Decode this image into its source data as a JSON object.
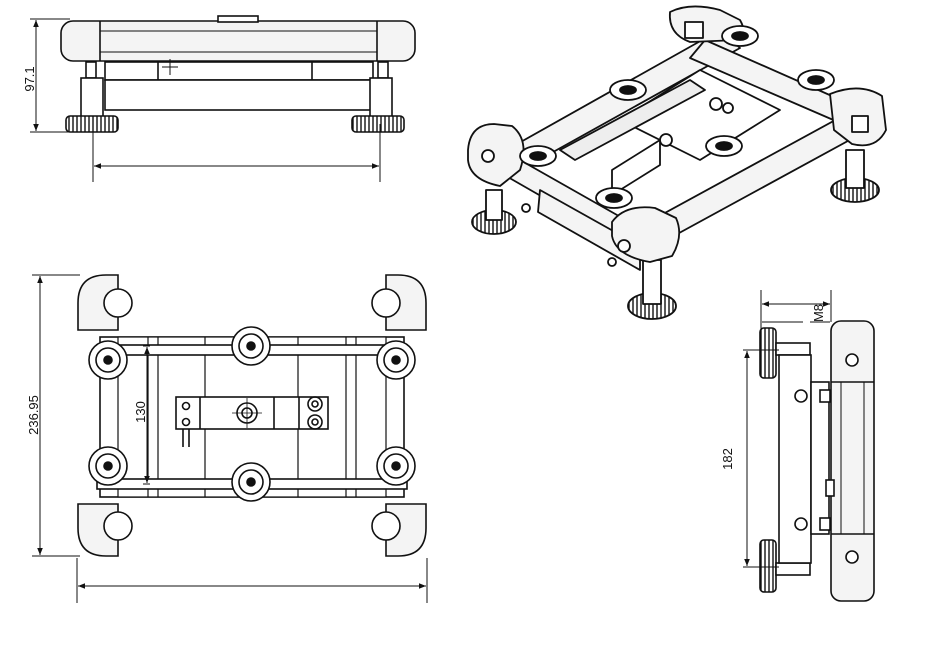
{
  "dimensions": {
    "front_height": "97.1",
    "top_height": "236.95",
    "top_inner": "130",
    "side_height": "182",
    "side_thread": "M8"
  },
  "colors": {
    "line": "#111111",
    "frame_fill": "#f2f2f2",
    "white": "#ffffff"
  }
}
